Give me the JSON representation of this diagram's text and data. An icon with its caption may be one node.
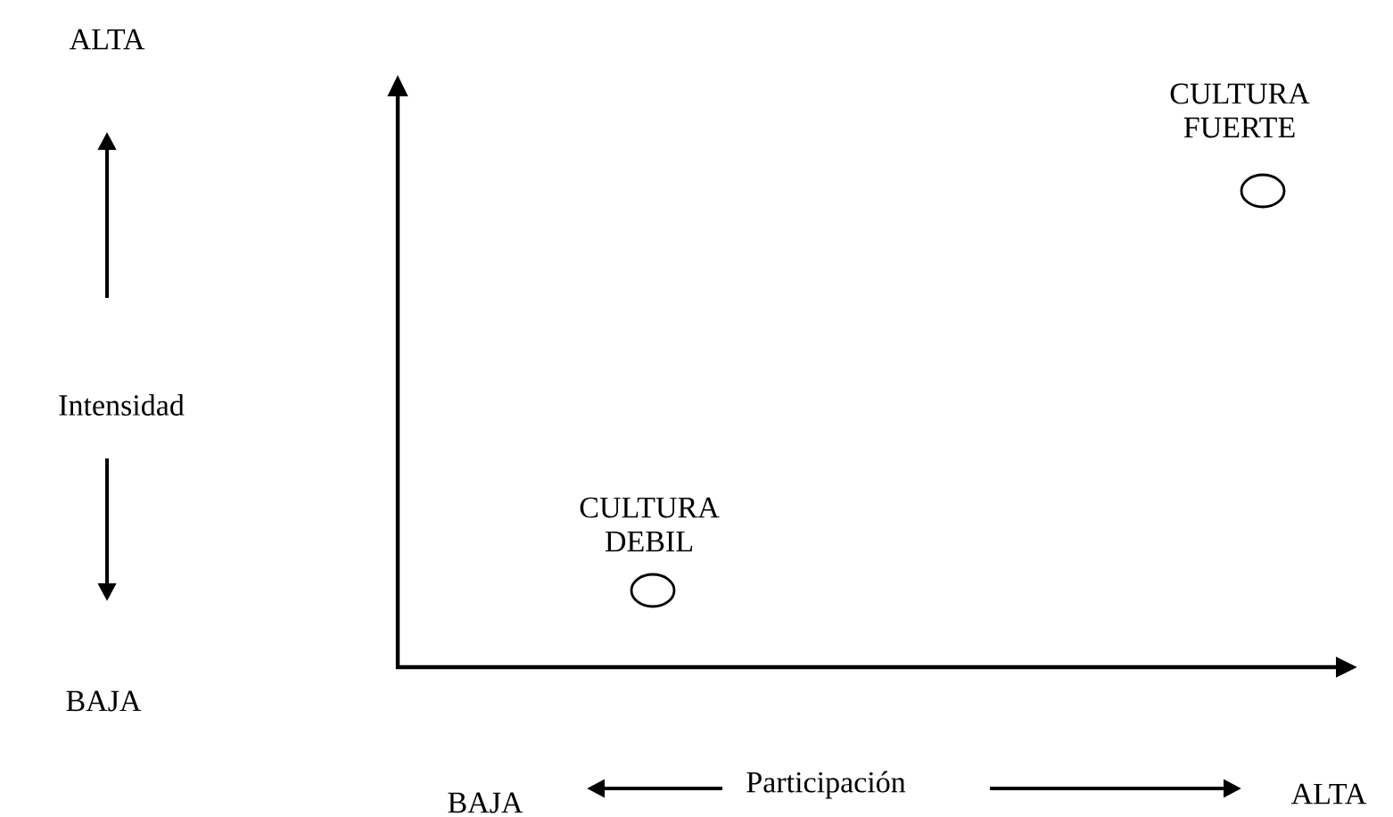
{
  "diagram": {
    "nodes": [
      {
        "text": [],
        "shape": "circle",
        "beside": [
          "CULTURA FUERTE"
        ]
      },
      {
        "text": [],
        "shape": "circle",
        "beside": [
          "CULTURA DEBIL"
        ]
      }
    ],
    "labels": [
      "ALTA",
      "Intensidad",
      "BAJA",
      "BAJA",
      "Participación",
      "ALTA"
    ]
  }
}
